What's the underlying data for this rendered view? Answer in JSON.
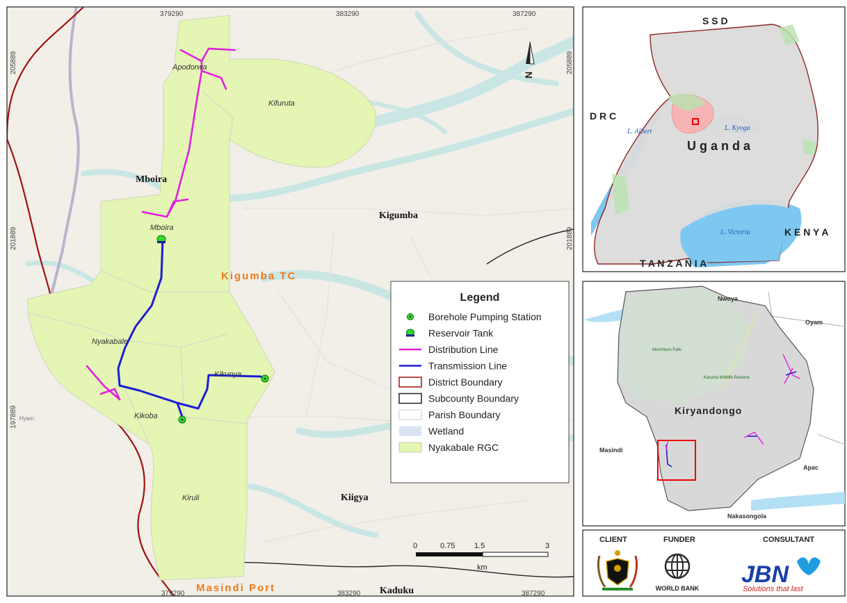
{
  "main_map": {
    "grid_labels": {
      "top": [
        "379290",
        "383290",
        "387290"
      ],
      "bottom": [
        "379290",
        "383290",
        "387290"
      ],
      "left": [
        "205889",
        "201889",
        "197889"
      ],
      "right": [
        "205889",
        "201889"
      ]
    },
    "place_labels": {
      "mboira_sub": "Mboira",
      "kigumba_sub": "Kigumba",
      "kiigya_sub": "Kiigya",
      "kaduku_sub": "Kaduku",
      "kigumba_tc": "Kigumba TC",
      "masindi_port": "Masindi Port",
      "apodorwa": "Apodorwa",
      "kifuruta": "Kifuruta",
      "mboira_parish": "Mboira",
      "nyakabale": "Nyakabale",
      "kikunya": "Kikunya",
      "kikoba": "Kikoba",
      "kiruli": "Kiruli",
      "hyam": "Hyam"
    },
    "north_arrow_label": "N",
    "scalebar": {
      "ticks": [
        "0",
        "0.75",
        "1.5",
        "3"
      ],
      "unit": "km"
    },
    "legend": {
      "title": "Legend",
      "items": [
        {
          "label": "Borehole Pumping Station",
          "symbol": "borehole"
        },
        {
          "label": "Reservoir Tank",
          "symbol": "reservoir"
        },
        {
          "label": "Distribution Line",
          "symbol": "line",
          "color": "#e21ee0"
        },
        {
          "label": "Transmission Line",
          "symbol": "line",
          "color": "#1c1cd6"
        },
        {
          "label": "District Boundary",
          "symbol": "box",
          "color": "#a01010"
        },
        {
          "label": "Subcounty Boundary",
          "symbol": "box",
          "color": "#222222"
        },
        {
          "label": "Parish Boundary",
          "symbol": "box",
          "color": "#dddddd"
        },
        {
          "label": "Wetland",
          "symbol": "wetland"
        },
        {
          "label": "Nyakabale RGC",
          "symbol": "fill",
          "color": "#e4f5b4"
        }
      ]
    }
  },
  "uganda_inset": {
    "labels": {
      "ssd": "S S D",
      "drc": "D R C",
      "uganda": "U g a n d a",
      "kenya": "K E N Y A",
      "tanzania": "T A N Z A N I A",
      "l_albert": "L. Albert",
      "l_kyoga": "L. Kyoga",
      "l_victoria": "L. Victoria"
    }
  },
  "district_inset": {
    "labels": {
      "nwoya": "Nwoya",
      "oyam": "Oyam",
      "kiryandongo": "Kiryandongo",
      "masindi": "Masindi",
      "apac": "Apac",
      "nakasongola": "Nakasongola",
      "murchison": "Murchison Falls",
      "karuma": "Karuma Wildlife Reserve"
    }
  },
  "credits": {
    "client": "CLIENT",
    "funder": "FUNDER",
    "consultant": "CONSULTANT",
    "world_bank": "WORLD BANK",
    "jbn": "JBN",
    "tagline": "Solutions that last"
  },
  "colors": {
    "distribution": "#e21ee0",
    "transmission": "#1c1cd6",
    "district": "#a01010",
    "rgc_fill": "#e4f5b4",
    "water": "#7cc8f0",
    "place_orange": "#f07a1c"
  }
}
